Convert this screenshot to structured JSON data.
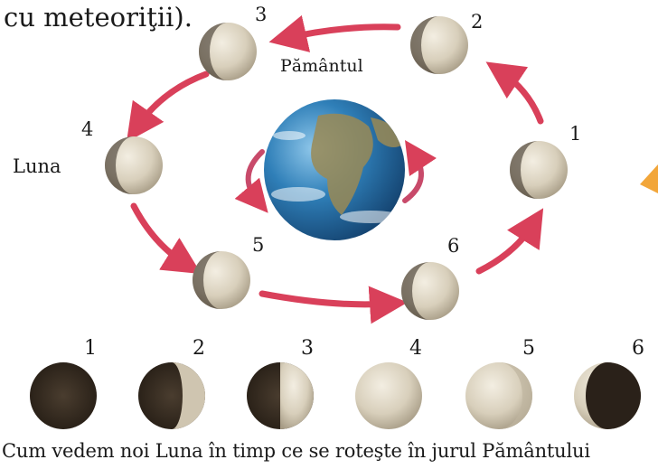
{
  "top_text": "cu meteoriţii).",
  "label_earth": "Pământul",
  "label_moon": "Luna",
  "orbit_numbers": [
    "1",
    "2",
    "3",
    "4",
    "5",
    "6"
  ],
  "phase_numbers": [
    "1",
    "2",
    "3",
    "4",
    "5",
    "6"
  ],
  "caption": "Cum vedem noi Luna în timp ce se roteşte în jurul Pământului",
  "colors": {
    "arrow": "#d9405a",
    "accent_triangle": "#f2a63a",
    "earth_ocean": "#2f7fb8",
    "moon_lit": "#e4dcc8",
    "moon_dark": "#3a2f24"
  }
}
